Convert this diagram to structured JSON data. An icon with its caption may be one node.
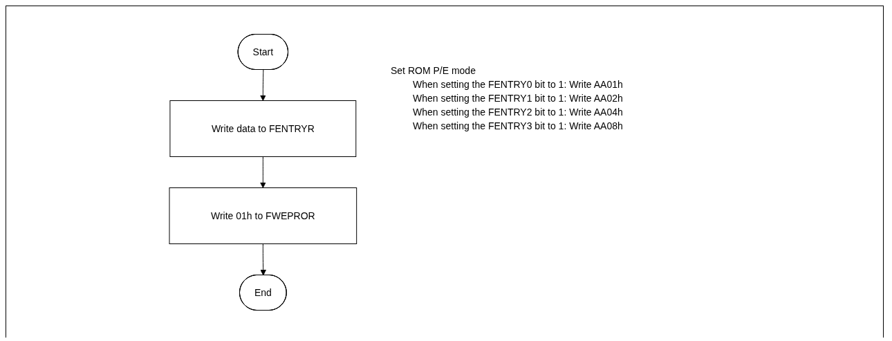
{
  "diagram": {
    "nodes": [
      {
        "text": [
          "Start"
        ]
      },
      {
        "text": [
          "Write data to FENTRYR"
        ]
      },
      {
        "text": [
          "Write 01h to FWEPROR"
        ]
      },
      {
        "text": [
          "End"
        ]
      }
    ],
    "edges": [
      {
        "from": 0,
        "to": 1,
        "arrow": "to"
      },
      {
        "from": 1,
        "to": 2,
        "arrow": "to"
      },
      {
        "from": 2,
        "to": 3,
        "arrow": "to"
      }
    ],
    "labels": [
      "Set ROM P/E mode",
      "When setting the FENTRY0 bit to 1: Write AA01h",
      "When setting the FENTRY1 bit to 1: Write AA02h",
      "When setting the FENTRY2 bit to 1: Write AA04h",
      "When setting the FENTRY3 bit to 1: Write AA08h"
    ]
  }
}
